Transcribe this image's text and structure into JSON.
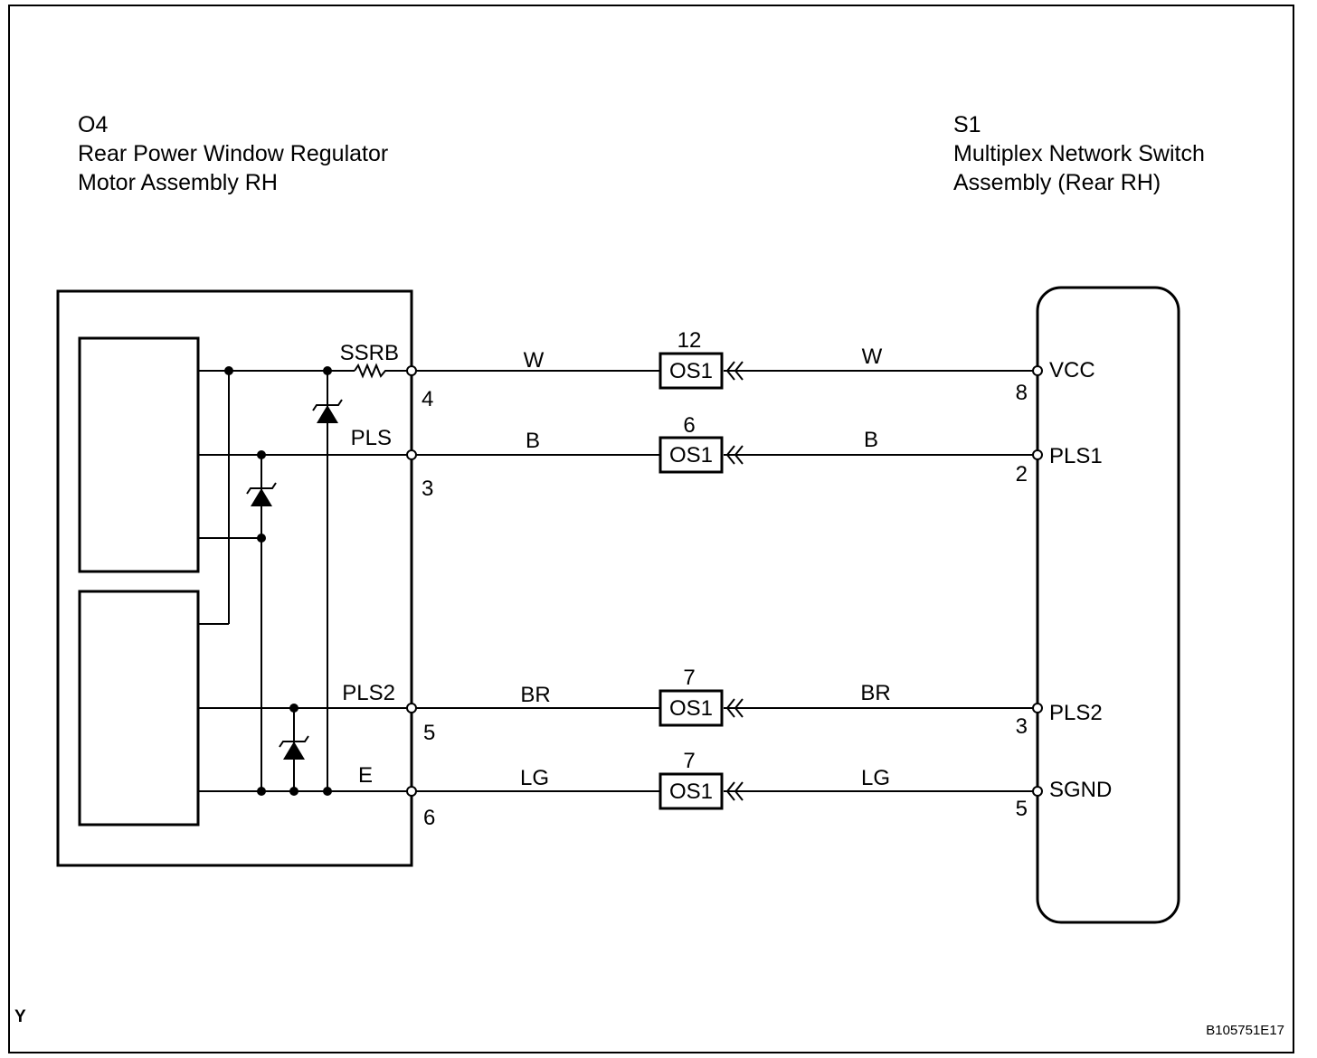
{
  "left_component": {
    "code": "O4",
    "name_line1": "Rear Power Window Regulator",
    "name_line2": "Motor Assembly RH"
  },
  "right_component": {
    "code": "S1",
    "name_line1": "Multiplex Network Switch",
    "name_line2": "Assembly (Rear RH)"
  },
  "wires": [
    {
      "left_pin": "SSRB",
      "left_no": "4",
      "color_left": "W",
      "connector": "OS1",
      "conn_no": "12",
      "color_right": "W",
      "right_pin": "VCC",
      "right_no": "8"
    },
    {
      "left_pin": "PLS",
      "left_no": "3",
      "color_left": "B",
      "connector": "OS1",
      "conn_no": "6",
      "color_right": "B",
      "right_pin": "PLS1",
      "right_no": "2"
    },
    {
      "left_pin": "PLS2",
      "left_no": "5",
      "color_left": "BR",
      "connector": "OS1",
      "conn_no": "7",
      "color_right": "BR",
      "right_pin": "PLS2",
      "right_no": "3"
    },
    {
      "left_pin": "E",
      "left_no": "6",
      "color_left": "LG",
      "connector": "OS1",
      "conn_no": "7",
      "color_right": "LG",
      "right_pin": "SGND",
      "right_no": "5"
    }
  ],
  "corner_mark": "Y",
  "figure_id": "B105751E17"
}
